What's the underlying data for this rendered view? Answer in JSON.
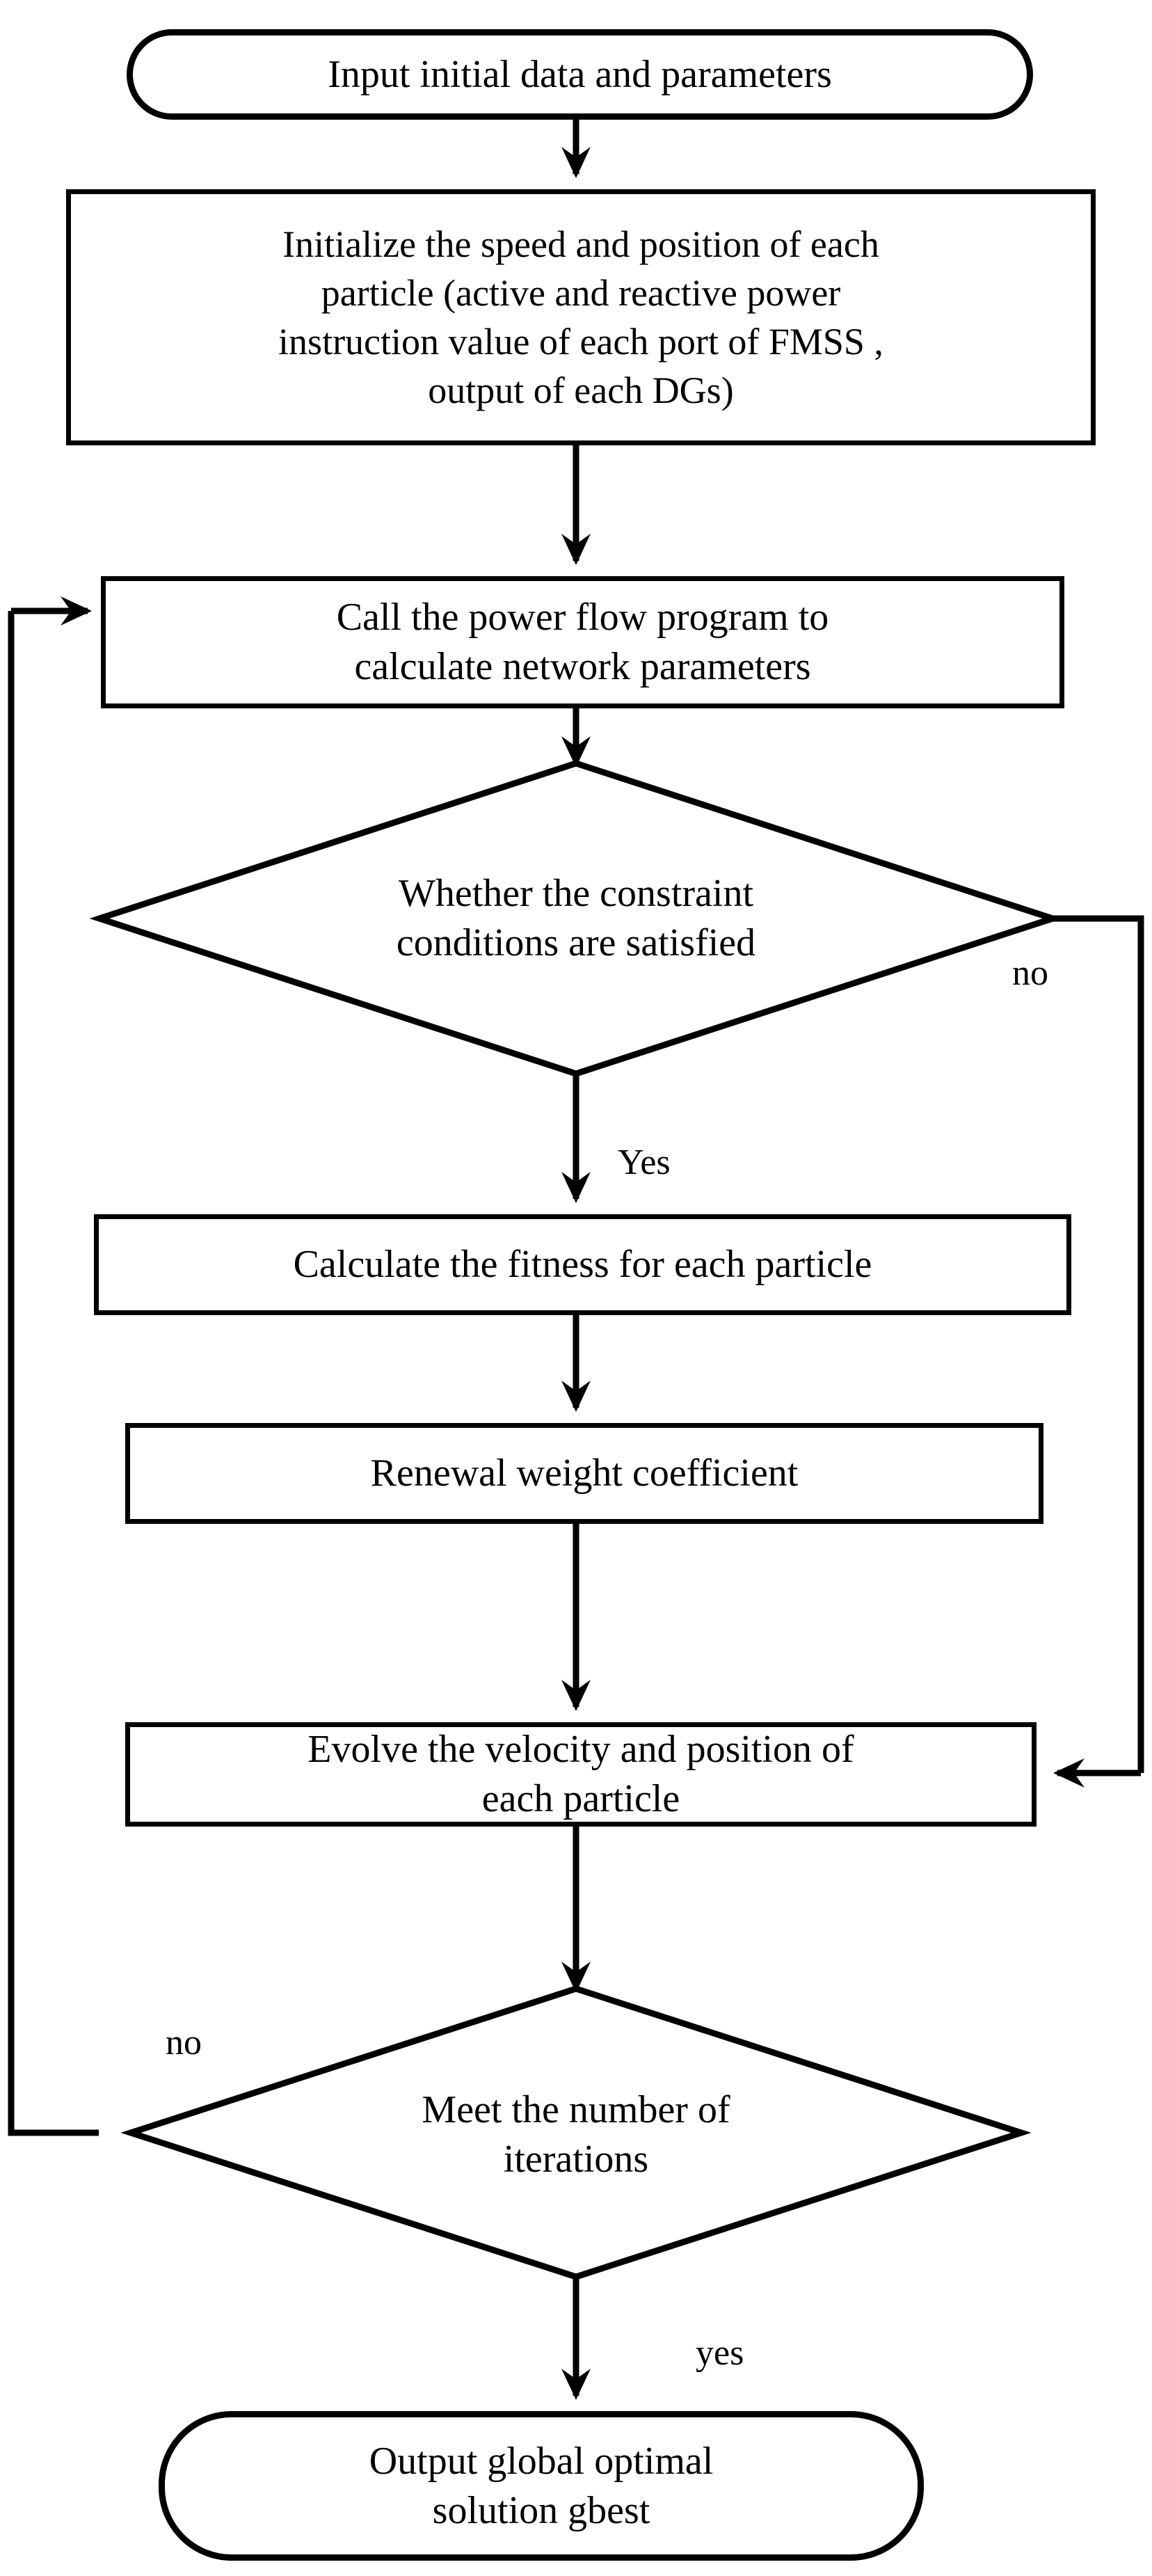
{
  "diagram": {
    "title": "Particle Swarm Optimization flowchart",
    "background_color": "#ffffff",
    "line_color": "#000000",
    "text_color": "#000000"
  },
  "nodes": {
    "start": {
      "shape": "terminal",
      "text": "Input initial data and parameters"
    },
    "initialize": {
      "shape": "process",
      "line1": "Initialize the speed and position of each",
      "line2": "particle (active and reactive power",
      "line3": "instruction value of each port of FMSS ,",
      "line4": "output of each DGs)"
    },
    "power_flow": {
      "shape": "process",
      "line1": "Call the power flow program to",
      "line2": "calculate network parameters"
    },
    "constraint_check": {
      "shape": "decision",
      "line1": "Whether the constraint",
      "line2": "conditions are satisfied"
    },
    "fitness": {
      "shape": "process",
      "text": "Calculate the fitness for each particle"
    },
    "weight": {
      "shape": "process",
      "text": "Renewal weight coefficient"
    },
    "evolve": {
      "shape": "process",
      "line1": "Evolve the velocity and position of",
      "line2": "each particle"
    },
    "iteration_check": {
      "shape": "decision",
      "line1": "Meet the number of",
      "line2": "iterations"
    },
    "end": {
      "shape": "terminal",
      "line1": "Output global optimal",
      "line2": "solution gbest"
    }
  },
  "edge_labels": {
    "constraint_no": "no",
    "constraint_yes": "Yes",
    "iteration_no": "no",
    "iteration_yes": "yes"
  },
  "flow": [
    "start -> initialize",
    "initialize -> power_flow",
    "power_flow -> constraint_check",
    "constraint_check -(Yes)-> fitness",
    "constraint_check -(no)-> evolve",
    "fitness -> weight",
    "weight -> evolve",
    "evolve -> iteration_check",
    "iteration_check -(no)-> power_flow",
    "iteration_check -(yes)-> end"
  ]
}
